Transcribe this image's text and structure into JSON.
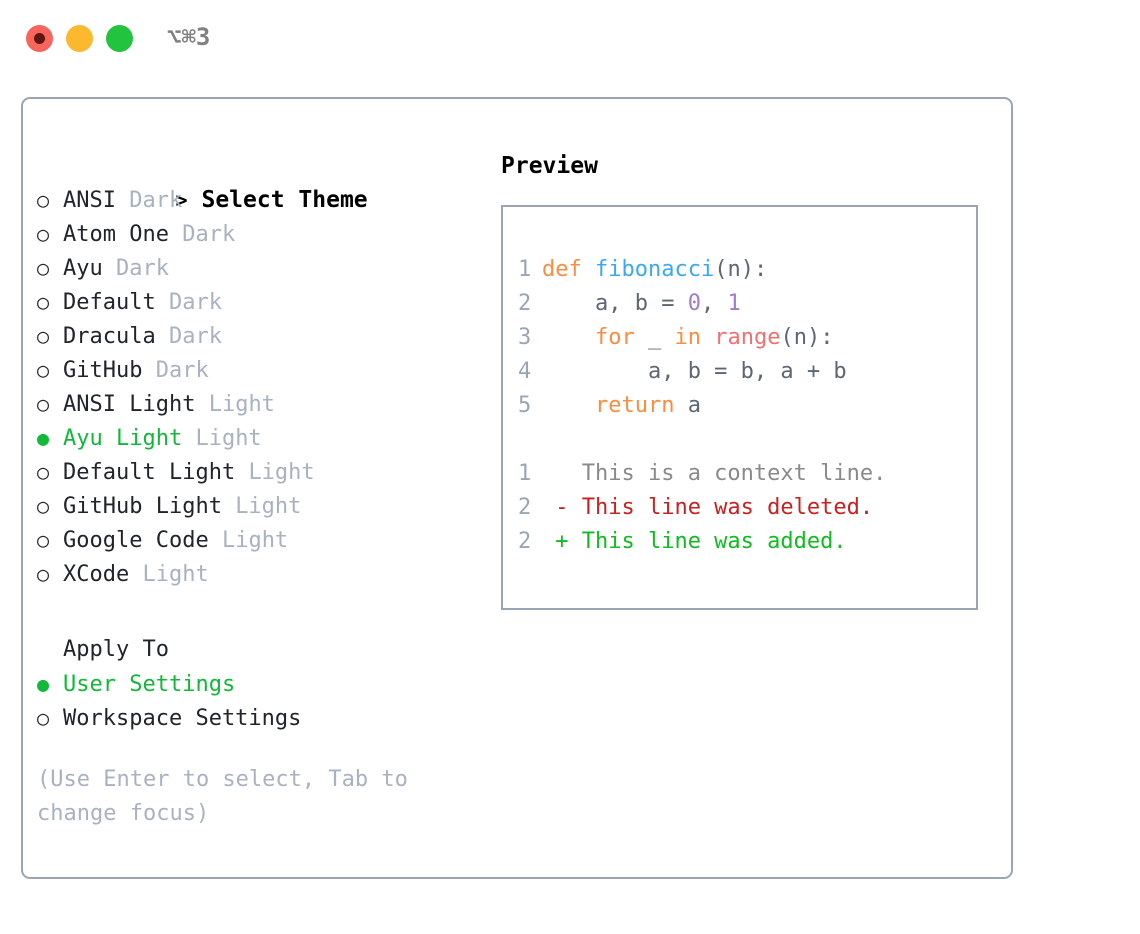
{
  "window": {
    "shortcut": "⌥⌘3",
    "traffic_lights": [
      {
        "name": "close",
        "color": "#f8655c"
      },
      {
        "name": "minimize",
        "color": "#fcb82e"
      },
      {
        "name": "maximize",
        "color": "#22c33e"
      }
    ]
  },
  "theme_list": {
    "header_marker": ">",
    "header_label": "Select Theme",
    "items": [
      {
        "marker": "○",
        "label": "ANSI",
        "badge": "Dark",
        "selected": false
      },
      {
        "marker": "○",
        "label": "Atom One",
        "badge": "Dark",
        "selected": false
      },
      {
        "marker": "○",
        "label": "Ayu",
        "badge": "Dark",
        "selected": false
      },
      {
        "marker": "○",
        "label": "Default",
        "badge": "Dark",
        "selected": false
      },
      {
        "marker": "○",
        "label": "Dracula",
        "badge": "Dark",
        "selected": false
      },
      {
        "marker": "○",
        "label": "GitHub",
        "badge": "Dark",
        "selected": false
      },
      {
        "marker": "○",
        "label": "ANSI Light",
        "badge": "Light",
        "selected": false
      },
      {
        "marker": "●",
        "label": "Ayu Light",
        "badge": "Light",
        "selected": true
      },
      {
        "marker": "○",
        "label": "Default Light",
        "badge": "Light",
        "selected": false
      },
      {
        "marker": "○",
        "label": "GitHub Light",
        "badge": "Light",
        "selected": false
      },
      {
        "marker": "○",
        "label": "Google Code",
        "badge": "Light",
        "selected": false
      },
      {
        "marker": "○",
        "label": "XCode",
        "badge": "Light",
        "selected": false
      }
    ]
  },
  "apply_to": {
    "section_label": "Apply To",
    "items": [
      {
        "marker": "●",
        "label": "User Settings",
        "selected": true
      },
      {
        "marker": "○",
        "label": "Workspace Settings",
        "selected": false
      }
    ]
  },
  "hint": "(Use Enter to select, Tab to change focus)",
  "preview": {
    "title": "Preview",
    "code_lines": [
      {
        "n": "1",
        "tokens": [
          {
            "t": "def",
            "c": "kw"
          },
          {
            "t": " ",
            "c": "pl"
          },
          {
            "t": "fibonacci",
            "c": "fn"
          },
          {
            "t": "(n):",
            "c": "pl"
          }
        ]
      },
      {
        "n": "2",
        "tokens": [
          {
            "t": "    a, b = ",
            "c": "pl"
          },
          {
            "t": "0",
            "c": "num"
          },
          {
            "t": ", ",
            "c": "pl"
          },
          {
            "t": "1",
            "c": "num"
          }
        ]
      },
      {
        "n": "3",
        "tokens": [
          {
            "t": "    ",
            "c": "pl"
          },
          {
            "t": "for",
            "c": "kw"
          },
          {
            "t": " _ ",
            "c": "pl"
          },
          {
            "t": "in",
            "c": "kw"
          },
          {
            "t": " ",
            "c": "pl"
          },
          {
            "t": "range",
            "c": "bi"
          },
          {
            "t": "(n):",
            "c": "pl"
          }
        ]
      },
      {
        "n": "4",
        "tokens": [
          {
            "t": "        a, b = b, a + b",
            "c": "pl"
          }
        ]
      },
      {
        "n": "5",
        "tokens": [
          {
            "t": "    ",
            "c": "pl"
          },
          {
            "t": "return",
            "c": "kw"
          },
          {
            "t": " a",
            "c": "pl"
          }
        ]
      }
    ],
    "diff_lines": [
      {
        "n": "1",
        "sign": " ",
        "text": "This is a context line.",
        "cls": "ctx"
      },
      {
        "n": "2",
        "sign": "-",
        "text": "This line was deleted.",
        "cls": "del"
      },
      {
        "n": "2",
        "sign": "+",
        "text": "This line was added.",
        "cls": "add"
      }
    ]
  },
  "colors": {
    "selected_green": "#12b83a",
    "badge_gray": "#a8b2c0",
    "border": "#9aa5b4",
    "keyword_orange": "#fa8d3e",
    "function_blue": "#3ba9f0",
    "number_purple": "#a37acc",
    "builtin_red": "#f07171",
    "diff_deleted": "#c62222",
    "diff_added": "#11bb22"
  }
}
